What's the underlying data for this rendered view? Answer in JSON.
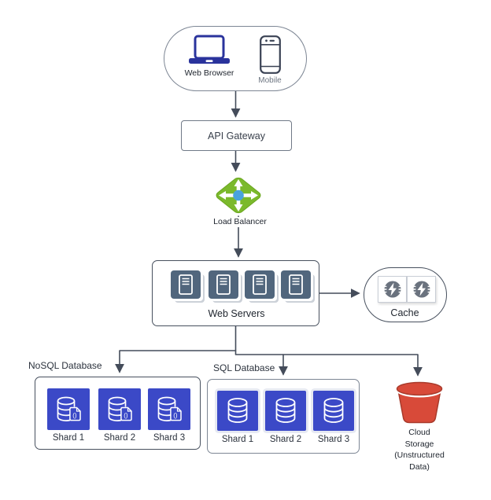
{
  "clients": {
    "web_browser_label": "Web Browser",
    "mobile_label": "Mobile"
  },
  "api_gateway": {
    "label": "API Gateway"
  },
  "load_balancer": {
    "label": "Load Balancer"
  },
  "web_servers": {
    "label": "Web Servers",
    "server_count": "4"
  },
  "cache": {
    "label": "Cache"
  },
  "nosql": {
    "title": "NoSQL Database",
    "shards": [
      "Shard 1",
      "Shard 2",
      "Shard 3"
    ]
  },
  "sql": {
    "title": "SQL Database",
    "shards": [
      "Shard 1",
      "Shard 2",
      "Shard 3"
    ]
  },
  "cloud_storage": {
    "label": "Cloud Storage (Unstructured Data)",
    "lines": [
      "Cloud",
      "Storage",
      "(Unstructured",
      "Data)"
    ]
  },
  "icons": {
    "laptop": "laptop-icon",
    "mobile": "mobile-phone-icon",
    "load_balancer": "load-balancer-diamond-icon",
    "server": "server-icon",
    "cache": "lightning-bolt-icon",
    "sql_database": "database-cylinder-icon",
    "nosql_database": "database-document-icon",
    "bucket": "storage-bucket-icon",
    "nosql_doc_glyph": "()"
  },
  "colors": {
    "line": "#444c5a",
    "box_border_dark": "#47505e",
    "box_border_light": "#7d8694",
    "tile_blue": "#3b49c7",
    "server_slate": "#51667d",
    "lb_green": "#7bb92c",
    "lb_hub_blue": "#49a3dd",
    "bucket_red": "#d84a39",
    "bucket_red_dark": "#a93b2c",
    "laptop_indigo": "#2a339c",
    "cache_gray": "#6a727e"
  }
}
